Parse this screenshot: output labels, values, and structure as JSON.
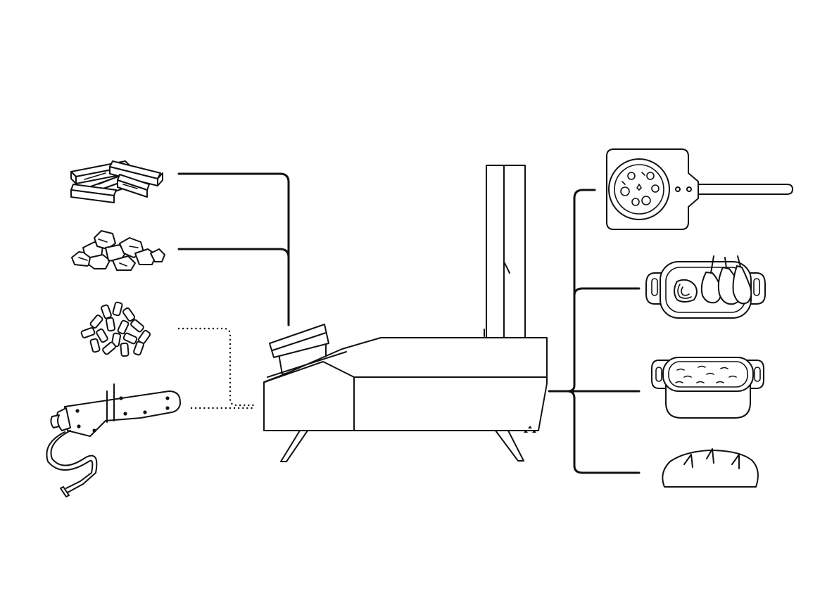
{
  "diagram": {
    "type": "oven-fuel-and-cooking-diagram",
    "center": "pizza-oven",
    "fuel_sources": [
      "wood-icon",
      "charcoal-icon",
      "wood-pellets-icon",
      "gas-burner-icon"
    ],
    "fuel_connectors": {
      "wood-icon": "solid",
      "charcoal-icon": "solid",
      "wood-pellets-icon": "dotted",
      "gas-burner-icon": "dotted"
    },
    "cooking_uses": [
      "pizza-peel-icon",
      "roast-dish-icon",
      "casserole-dish-icon",
      "bread-loaf-icon"
    ],
    "colors": {
      "stroke": "#111111",
      "background": "#ffffff"
    }
  }
}
